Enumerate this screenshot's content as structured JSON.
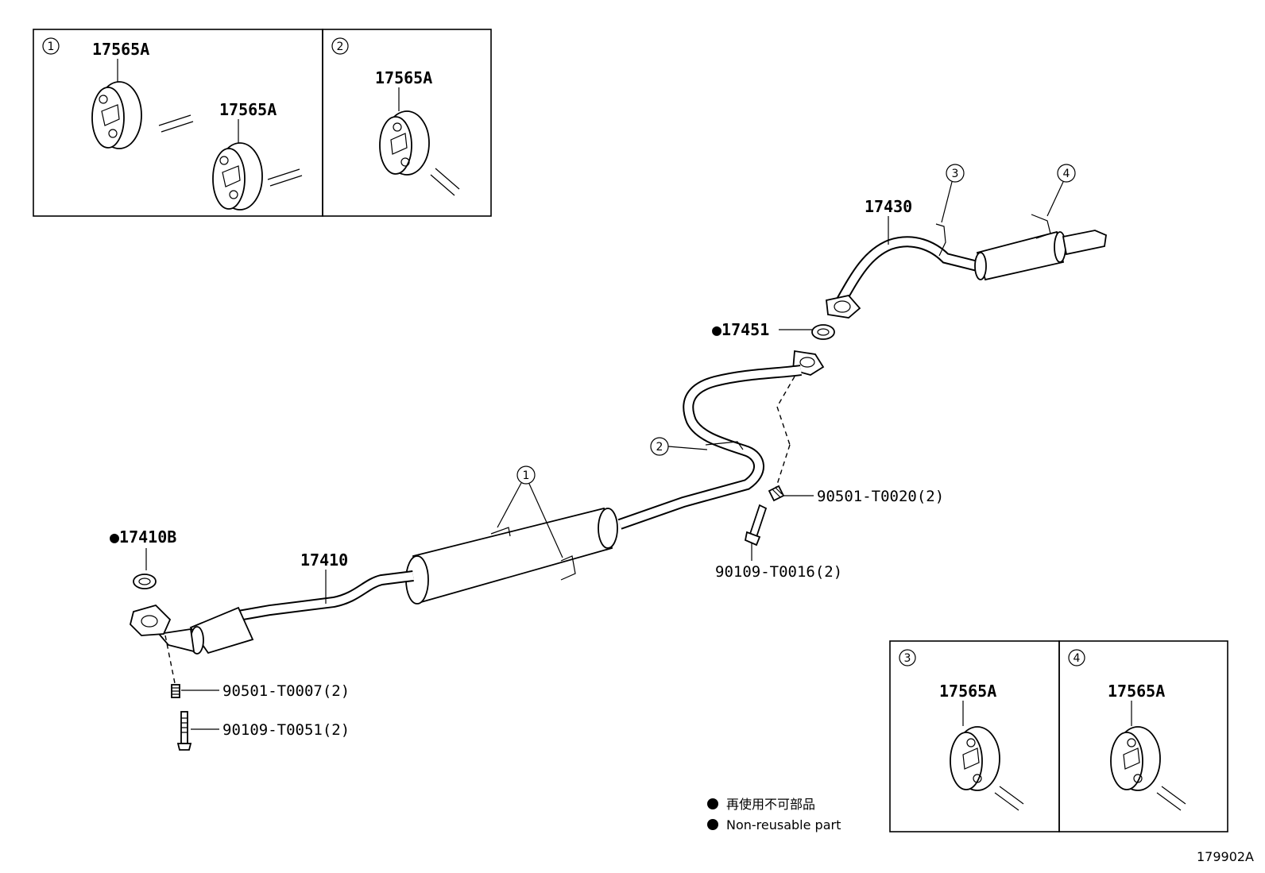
{
  "insets": [
    {
      "id": "1",
      "labels": [
        "17565A",
        "17565A"
      ]
    },
    {
      "id": "2",
      "labels": [
        "17565A"
      ]
    },
    {
      "id": "3",
      "labels": [
        "17565A"
      ]
    },
    {
      "id": "4",
      "labels": [
        "17565A"
      ]
    }
  ],
  "parts": {
    "p17430": "17430",
    "p17451": "●17451",
    "p17410B": "●17410B",
    "p17410": "17410",
    "p90501_T0020": "90501-T0020(2)",
    "p90109_T0016": "90109-T0016(2)",
    "p90501_T0007": "90501-T0007(2)",
    "p90109_T0051": "90109-T0051(2)"
  },
  "callouts": [
    "1",
    "2",
    "3",
    "4"
  ],
  "legend": {
    "line_jp": "再使用不可部品",
    "line_en": "Non-reusable part"
  },
  "figure_id": "179902A"
}
